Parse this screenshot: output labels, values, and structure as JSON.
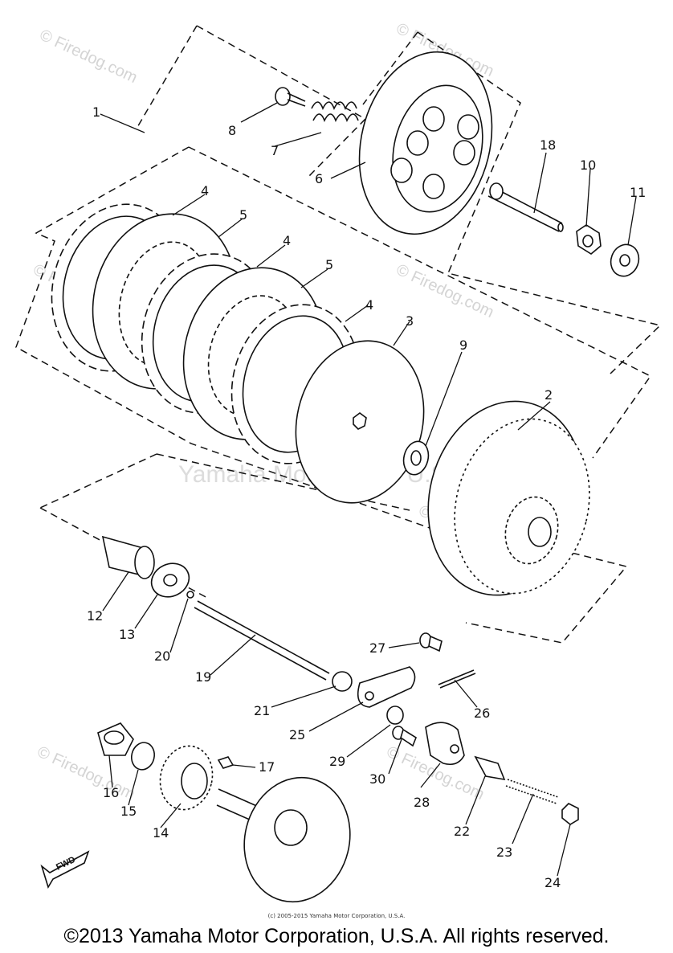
{
  "watermarks": {
    "firedog": "© Firedog.com",
    "yamaha": "Yamaha Motor Corp. U.S.A."
  },
  "callouts": [
    "1",
    "2",
    "3",
    "4",
    "4",
    "4",
    "5",
    "5",
    "6",
    "7",
    "8",
    "9",
    "10",
    "11",
    "12",
    "13",
    "14",
    "15",
    "16",
    "17",
    "18",
    "19",
    "20",
    "21",
    "22",
    "23",
    "24",
    "25",
    "26",
    "27",
    "28",
    "29",
    "30"
  ],
  "fwd_label": "FWD",
  "copyright_small": "(c) 2005-2015 Yamaha Motor Corporation, U.S.A.",
  "copyright_main": "©2013 Yamaha Motor Corporation, U.S.A. All rights reserved."
}
